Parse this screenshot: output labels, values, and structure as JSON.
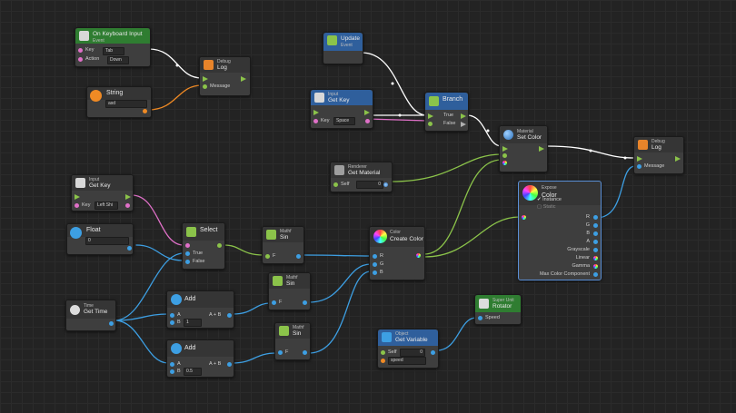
{
  "canvas": {
    "background": "#232323"
  },
  "nodes": {
    "keyboard_input": {
      "title": "On Keyboard Input",
      "subtitle": "Event",
      "key_label": "Key",
      "key_value": "Tab",
      "action_label": "Action",
      "action_value": "Down"
    },
    "debug_log_top": {
      "category": "Debug",
      "title": "Log",
      "message_label": "Message"
    },
    "string_node": {
      "title": "String",
      "value": "asd"
    },
    "update_event": {
      "title": "Update",
      "subtitle": "Event"
    },
    "input_get_key_top": {
      "category": "Input",
      "title": "Get Key",
      "key_label": "Key",
      "key_value": "Space"
    },
    "branch": {
      "title": "Branch",
      "true_label": "True",
      "false_label": "False"
    },
    "material_set_color": {
      "category": "Material",
      "title": "Set Color"
    },
    "debug_log_right": {
      "category": "Debug",
      "title": "Log",
      "message_label": "Message"
    },
    "renderer_get_material": {
      "category": "Renderer",
      "title": "Get Material",
      "self_label": "Self",
      "self_value": "0"
    },
    "input_get_key_left": {
      "category": "Input",
      "title": "Get Key",
      "key_label": "Key",
      "key_value": "Left Shi"
    },
    "float_node": {
      "title": "Float",
      "value": "0"
    },
    "select_node": {
      "title": "Select",
      "true_label": "True",
      "false_label": "False"
    },
    "expose_color": {
      "category": "Expose",
      "title": "Color",
      "instance_label": "Instance",
      "static_label": "Static",
      "members": [
        "R",
        "G",
        "B",
        "A",
        "Grayscale",
        "Linear",
        "Gamma",
        "Max Color Component"
      ]
    },
    "mathf_sin_1": {
      "category": "Mathf",
      "title": "Sin",
      "input_label": "F"
    },
    "mathf_sin_2": {
      "category": "Mathf",
      "title": "Sin",
      "input_label": "F"
    },
    "mathf_sin_3": {
      "category": "Mathf",
      "title": "Sin",
      "input_label": "F"
    },
    "create_color": {
      "category": "Color",
      "title": "Create Color",
      "r_label": "R",
      "g_label": "G",
      "b_label": "B"
    },
    "time_get_time": {
      "category": "Time",
      "title": "Get Time"
    },
    "add_1": {
      "title": "Add",
      "a_label": "A",
      "b_label": "B",
      "b_value": "1",
      "out_label": "A + B"
    },
    "add_2": {
      "title": "Add",
      "a_label": "A",
      "b_label": "B",
      "b_value": "0.5",
      "out_label": "A + B"
    },
    "super_unit_rotator": {
      "category": "Super Unit",
      "title": "Rotator",
      "speed_label": "Speed"
    },
    "object_get_variable": {
      "category": "Object",
      "title": "Get Variable",
      "self_label": "Self",
      "self_value": "0",
      "name_value": "speed"
    }
  },
  "colors": {
    "flow": "#ffffff",
    "float": "#3d9fe3",
    "object": "#8bc34a",
    "key_enum": "#e070c8",
    "string": "#f08a24"
  }
}
